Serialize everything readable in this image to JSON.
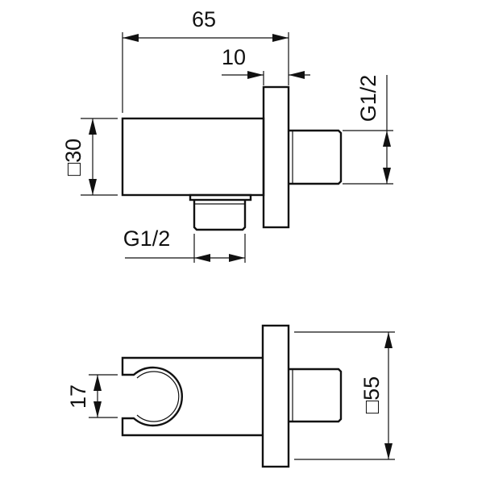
{
  "drawing": {
    "top_view": {
      "overall_length": "65",
      "flange_thickness": "10",
      "body_square": "□30",
      "outlet_thread_right": "G1/2",
      "outlet_thread_bottom": "G1/2"
    },
    "bottom_view": {
      "holder_opening": "17",
      "flange_square": "□55"
    },
    "colors": {
      "line": "#111111",
      "background": "#ffffff"
    }
  }
}
